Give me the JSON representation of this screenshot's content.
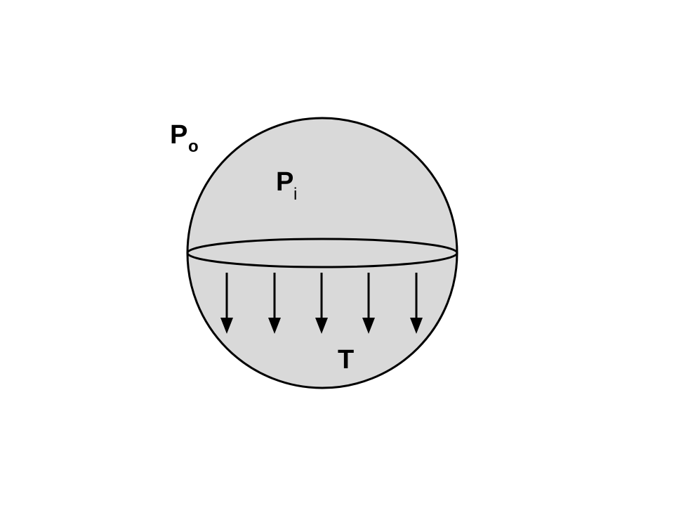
{
  "diagram": {
    "outside_pressure": {
      "symbol": "P",
      "subscript": "o"
    },
    "inside_pressure": {
      "symbol": "P",
      "subscript": "i"
    },
    "tension": {
      "symbol": "T"
    },
    "tension_arrow_count": 5,
    "colors": {
      "sphere_fill": "#d9d9d9",
      "stroke": "#000000",
      "background": "#ffffff"
    }
  }
}
